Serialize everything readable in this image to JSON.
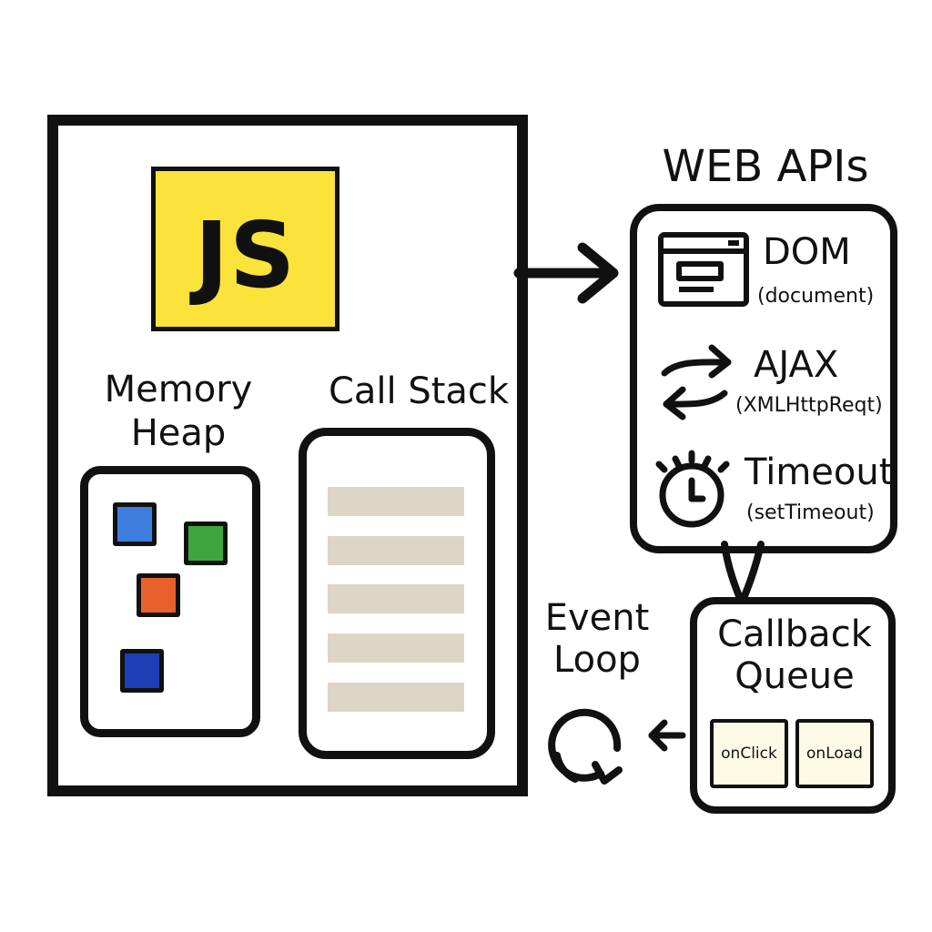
{
  "engine": {
    "logo_text": "JS",
    "logo_color": "#fbe33b",
    "memory_heap": {
      "title_line1": "Memory",
      "title_line2": "Heap",
      "object_colors": [
        "#3d7ddd",
        "#3ea63e",
        "#e8612c",
        "#1d3fb5"
      ]
    },
    "call_stack": {
      "title": "Call Stack",
      "frame_color": "#ddd6c4"
    }
  },
  "web_apis": {
    "title": "WEB APIs",
    "items": [
      {
        "name": "DOM",
        "detail": "(document)",
        "icon": "browser-window-icon"
      },
      {
        "name": "AJAX",
        "detail": "(XMLHttpReqt)",
        "icon": "exchange-arrows-icon"
      },
      {
        "name": "Timeout",
        "detail": "(setTimeout)",
        "icon": "stopwatch-icon"
      }
    ]
  },
  "callback_queue": {
    "title_line1": "Callback",
    "title_line2": "Queue",
    "items": [
      "onClick",
      "onLoad"
    ]
  },
  "event_loop": {
    "title_line1": "Event",
    "title_line2": "Loop",
    "icon": "loop-arrow-icon"
  }
}
